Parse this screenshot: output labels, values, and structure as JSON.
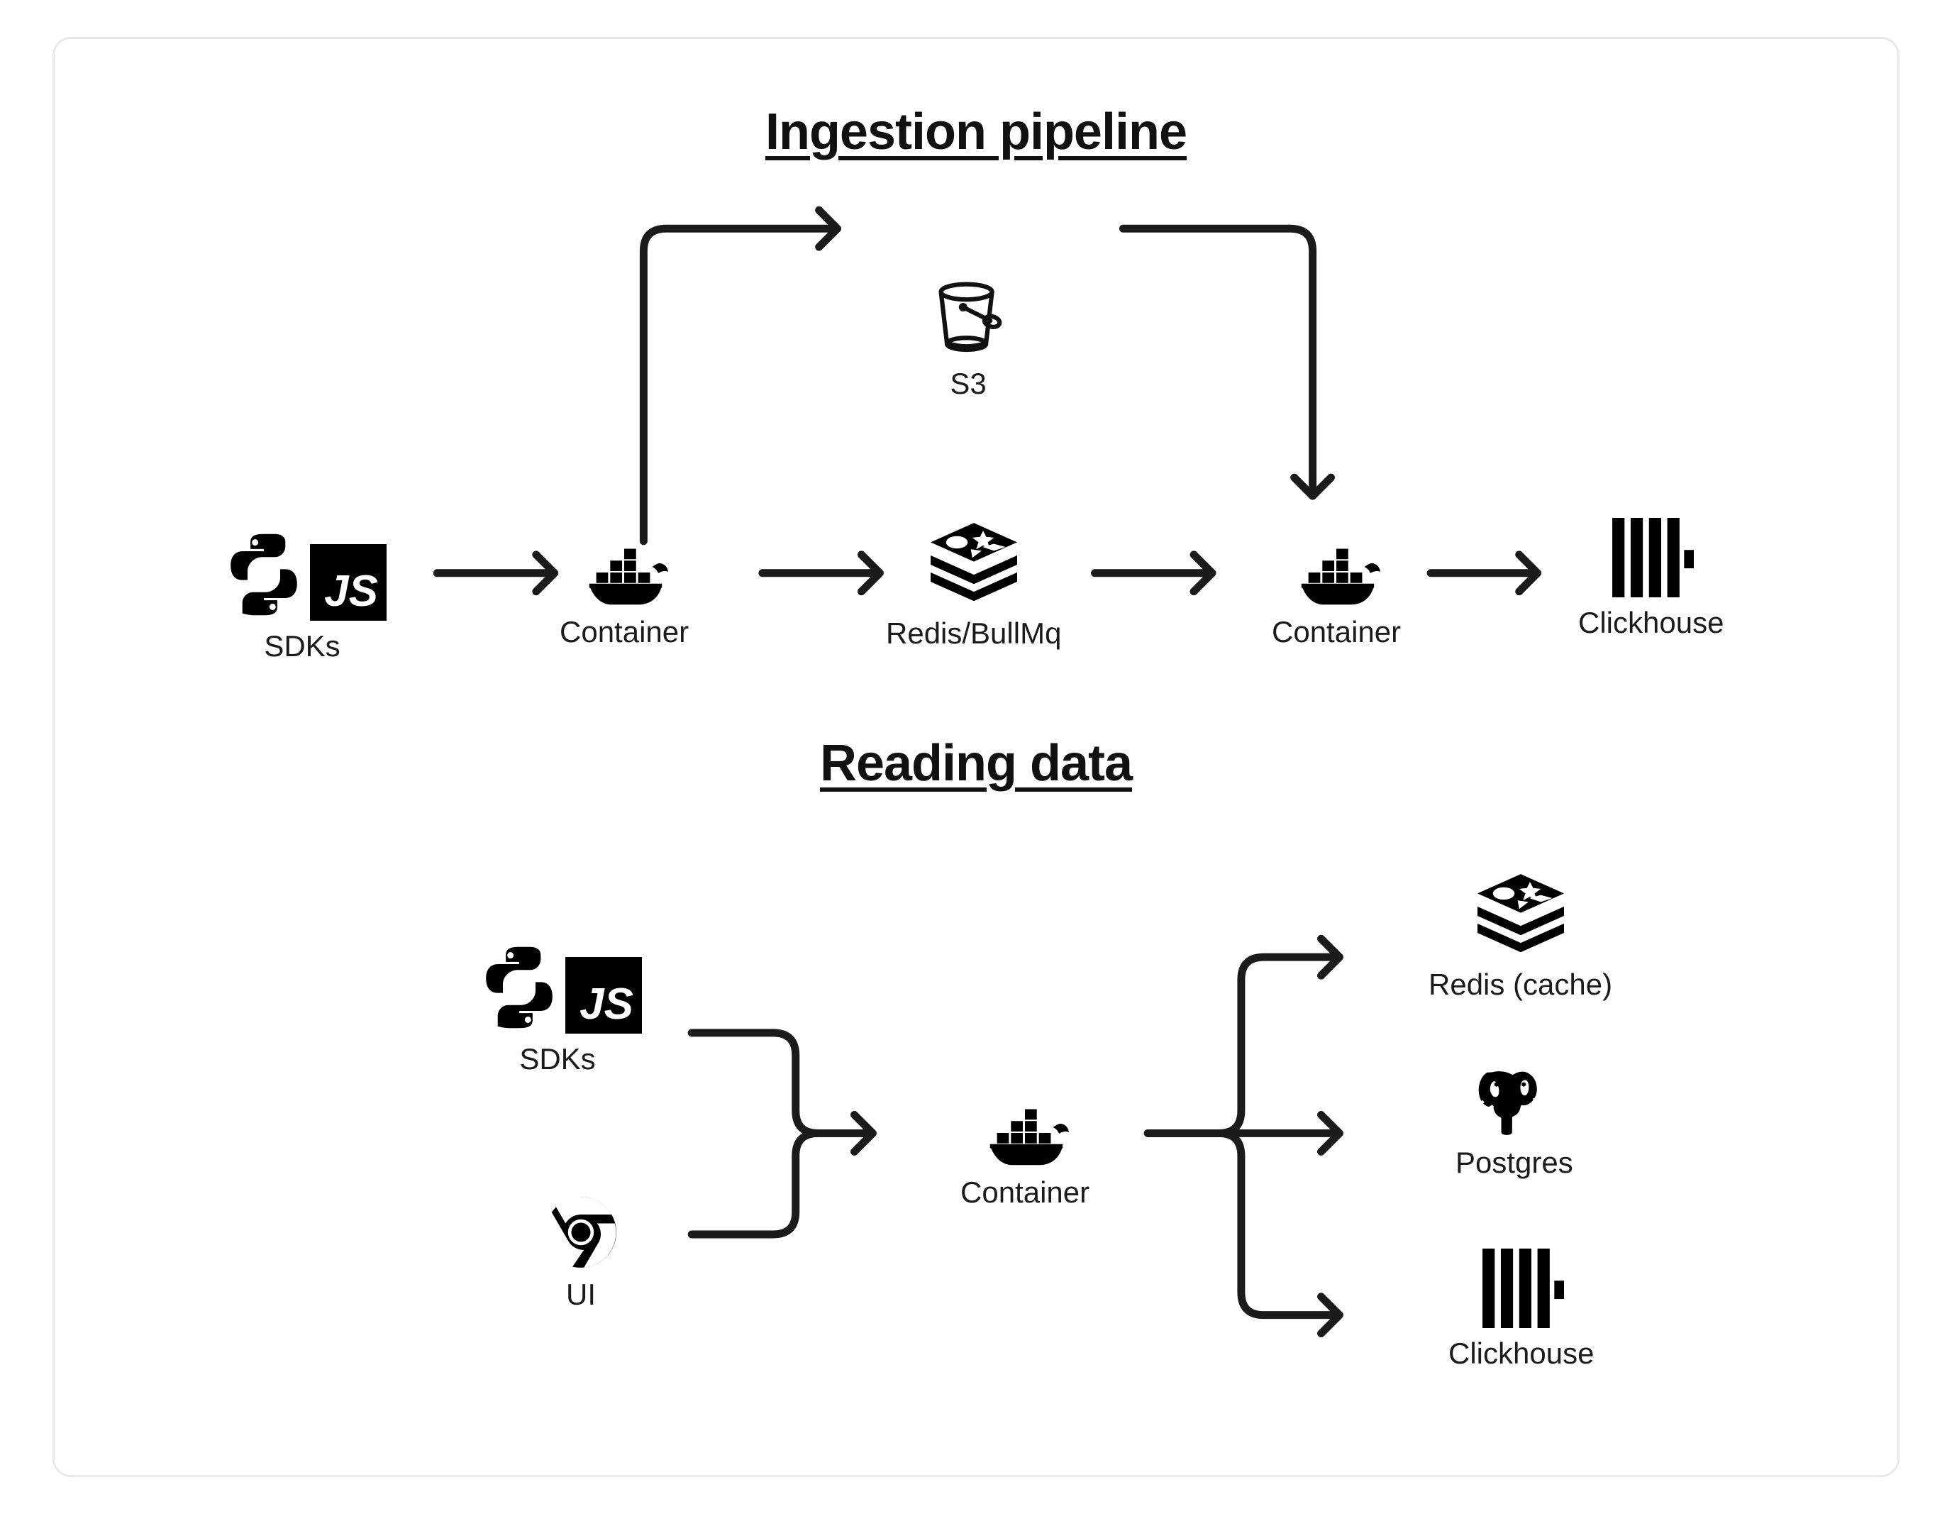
{
  "card": {
    "background": "#ffffff",
    "border_color": "#eaeaea"
  },
  "sections": [
    {
      "id": "ingestion",
      "title": "Ingestion pipeline",
      "nodes": [
        {
          "id": "sdks-ingest",
          "label": "SDKs",
          "icon": "python-js-sdks-icon"
        },
        {
          "id": "container-ingest",
          "label": "Container",
          "icon": "docker-whale-icon"
        },
        {
          "id": "redis-bullmq",
          "label": "Redis/BullMq",
          "icon": "redis-stack-icon"
        },
        {
          "id": "container-worker",
          "label": "Container",
          "icon": "docker-whale-icon"
        },
        {
          "id": "clickhouse-ingest",
          "label": "Clickhouse",
          "icon": "clickhouse-bars-icon"
        },
        {
          "id": "s3",
          "label": "S3",
          "icon": "s3-bucket-icon"
        }
      ],
      "edges": [
        {
          "from": "sdks-ingest",
          "to": "container-ingest",
          "kind": "straight"
        },
        {
          "from": "container-ingest",
          "to": "s3",
          "kind": "up-right-elbow"
        },
        {
          "from": "container-ingest",
          "to": "redis-bullmq",
          "kind": "straight"
        },
        {
          "from": "s3",
          "to": "container-worker",
          "kind": "right-down-elbow"
        },
        {
          "from": "redis-bullmq",
          "to": "container-worker",
          "kind": "straight"
        },
        {
          "from": "container-worker",
          "to": "clickhouse-ingest",
          "kind": "straight"
        }
      ]
    },
    {
      "id": "reading",
      "title": "Reading data",
      "nodes": [
        {
          "id": "sdks-read",
          "label": "SDKs",
          "icon": "python-js-sdks-icon"
        },
        {
          "id": "ui-chrome",
          "label": "UI",
          "icon": "chrome-browser-icon"
        },
        {
          "id": "container-read",
          "label": "Container",
          "icon": "docker-whale-icon"
        },
        {
          "id": "redis-cache",
          "label": "Redis (cache)",
          "icon": "redis-stack-icon"
        },
        {
          "id": "postgres",
          "label": "Postgres",
          "icon": "postgres-elephant-icon"
        },
        {
          "id": "clickhouse-read",
          "label": "Clickhouse",
          "icon": "clickhouse-bars-icon"
        }
      ],
      "edges": [
        {
          "from": "sdks-read",
          "to": "container-read",
          "kind": "merge-top"
        },
        {
          "from": "ui-chrome",
          "to": "container-read",
          "kind": "merge-bottom"
        },
        {
          "from": "container-read",
          "to": "redis-cache",
          "kind": "fan-top"
        },
        {
          "from": "container-read",
          "to": "postgres",
          "kind": "fan-middle"
        },
        {
          "from": "container-read",
          "to": "clickhouse-read",
          "kind": "fan-bottom"
        }
      ]
    }
  ],
  "icon_labels": {
    "js_text": "JS"
  },
  "colors": {
    "ink": "#111111",
    "label": "#1b1b1b",
    "stroke": "#1b1b1b",
    "border": "#eaeaea",
    "background": "#ffffff"
  }
}
